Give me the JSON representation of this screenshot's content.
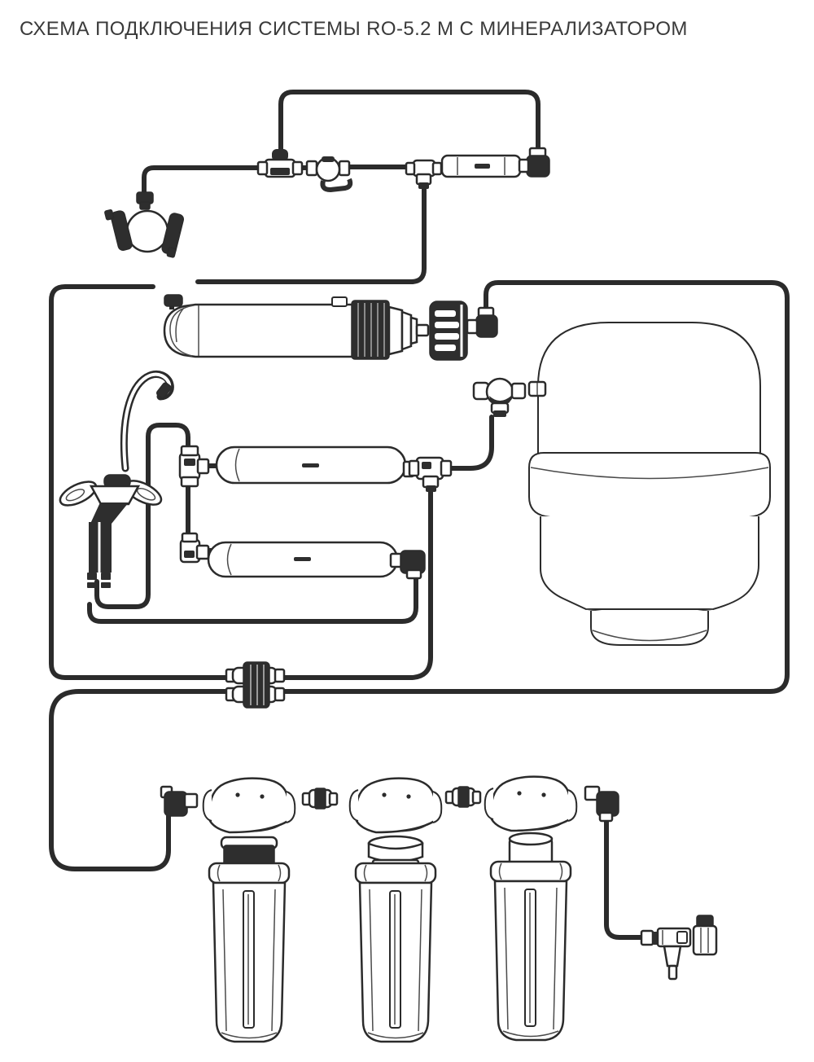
{
  "title": "СХЕМА ПОДКЛЮЧЕНИЯ СИСТЕМЫ RO-5.2 М С МИНЕРАЛИЗАТОРОМ",
  "colors": {
    "ink": "#2b2b2b",
    "background": "#ffffff",
    "title_text": "#3a3a3a"
  },
  "diagram": {
    "type": "plumbing-connection-schematic",
    "system": "RO-5.2 M reverse-osmosis system with mineralizer",
    "components": [
      {
        "id": "drain-clamp",
        "label": "drain saddle clamp"
      },
      {
        "id": "drain-tee",
        "label": "tee fitting to drain line"
      },
      {
        "id": "flush-valve",
        "label": "ball valve"
      },
      {
        "id": "restrictor-tee",
        "label": "tee fitting"
      },
      {
        "id": "flow-restrictor",
        "label": "flow restrictor"
      },
      {
        "id": "top-elbow",
        "label": "elbow fitting"
      },
      {
        "id": "membrane-housing",
        "label": "RO membrane housing"
      },
      {
        "id": "membrane-cap",
        "label": "membrane housing cap"
      },
      {
        "id": "membrane-elbow",
        "label": "elbow fitting at membrane outlet"
      },
      {
        "id": "storage-tank",
        "label": "water storage tank"
      },
      {
        "id": "tank-valve",
        "label": "tank ball valve"
      },
      {
        "id": "faucet",
        "label": "drinking water faucet"
      },
      {
        "id": "postfilter-inline",
        "label": "in-line post-carbon filter"
      },
      {
        "id": "mineralizer-inline",
        "label": "in-line mineralizer cartridge"
      },
      {
        "id": "twin-union",
        "label": "double tube union"
      },
      {
        "id": "prefilter-1",
        "label": "filter housing stage 1"
      },
      {
        "id": "prefilter-2",
        "label": "filter housing stage 2"
      },
      {
        "id": "prefilter-3",
        "label": "filter housing stage 3"
      },
      {
        "id": "feed-adapter",
        "label": "feed water adapter valve"
      }
    ]
  }
}
